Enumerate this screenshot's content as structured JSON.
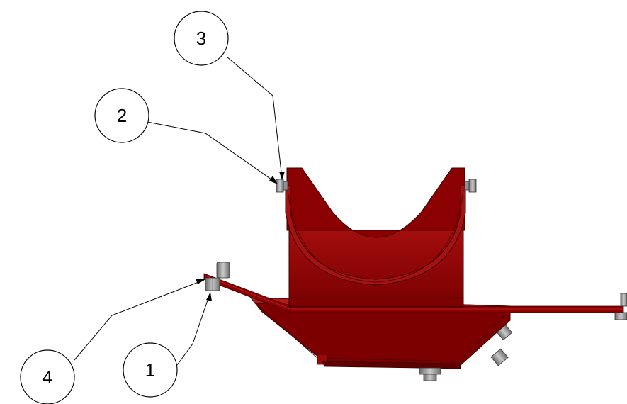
{
  "callouts": [
    {
      "id": "1",
      "label": "1"
    },
    {
      "id": "2",
      "label": "2"
    },
    {
      "id": "3",
      "label": "3"
    },
    {
      "id": "4",
      "label": "4"
    }
  ],
  "colors": {
    "body": "#8b0000",
    "body_dark": "#5e0000",
    "body_light": "#b51a1a",
    "hardware": "#7a7a7a",
    "hardware_light": "#bcbcbc",
    "line": "#000000"
  }
}
